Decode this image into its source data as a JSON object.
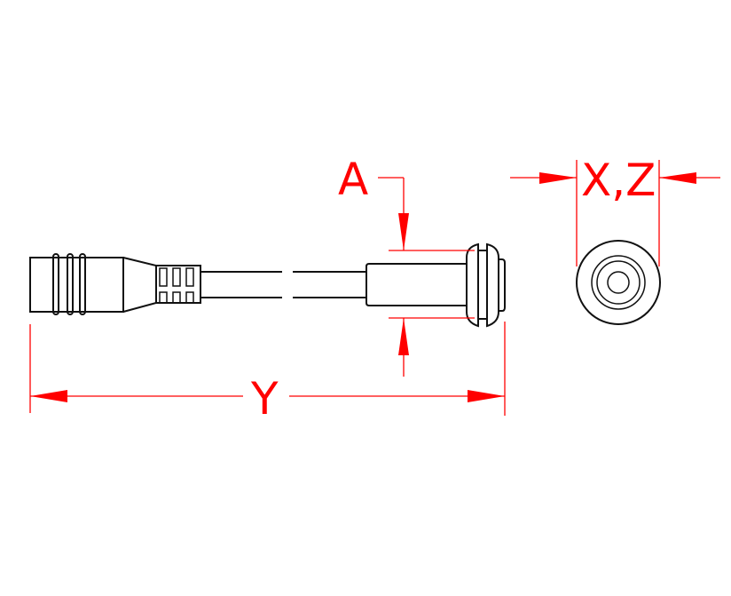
{
  "drawing": {
    "type": "technical dimension drawing",
    "subject": "cable with connector and grommet-mounted sensor",
    "line_color": "#111111",
    "dimension_color": "#ff0000",
    "background": "#ffffff"
  },
  "dimensions": {
    "a": {
      "label": "A",
      "description": "flange/grommet height"
    },
    "xz": {
      "label": "X,Z",
      "description": "end view diameter"
    },
    "y": {
      "label": "Y",
      "description": "overall length"
    }
  },
  "views": {
    "side": "side view - connector, cable, sensor body",
    "end": "end view - concentric circles"
  }
}
